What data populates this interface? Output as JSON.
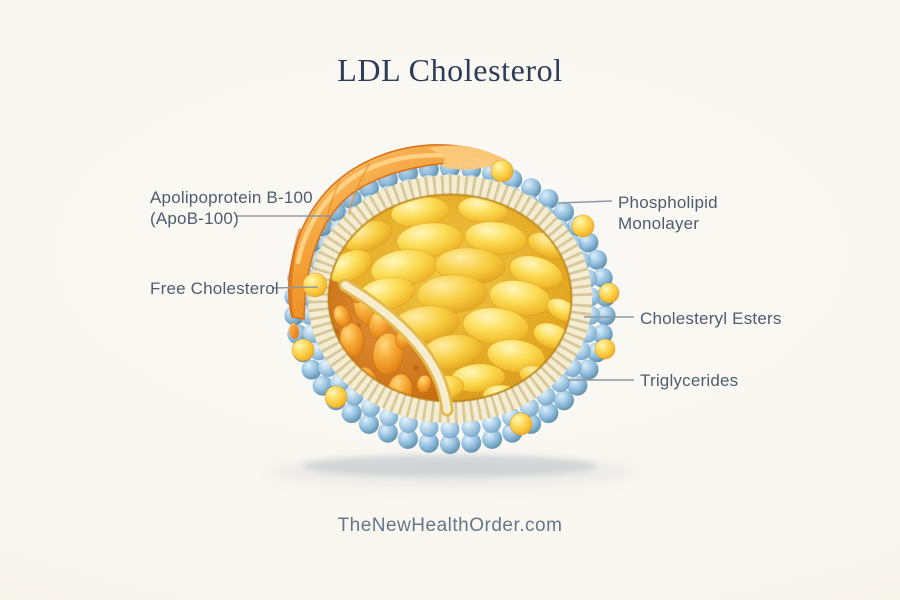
{
  "title": "LDL Cholesterol",
  "footer": "TheNewHealthOrder.com",
  "diagram": {
    "subject": "LDL lipoprotein particle cross-section",
    "labels": [
      {
        "id": "apob",
        "line1": "Apolipoprotein B-100",
        "line2": "(ApoB-100)"
      },
      {
        "id": "free-cholesterol",
        "line1": "Free Cholesterol",
        "line2": ""
      },
      {
        "id": "phospholipid-monolayer",
        "line1": "Phospholipid",
        "line2": "Monolayer"
      },
      {
        "id": "cholesteryl-esters",
        "line1": "Cholesteryl Esters",
        "line2": ""
      },
      {
        "id": "triglycerides",
        "line1": "Triglycerides",
        "line2": ""
      }
    ],
    "colors": {
      "background": "#faf8f2",
      "title_text": "#2d3c58",
      "label_text": "#4e5d6e",
      "leader_line": "#8f97a0",
      "footer_text": "#64768a",
      "phospholipid_blue": "#7fb0d6",
      "tails_cream": "#f5edd2",
      "core_yellow": "#eeb430",
      "ester_yellow": "#fbd94f",
      "triglyceride_orange": "#cf7316",
      "apob_orange": "#f29d31",
      "free_cholesterol_yellow": "#fcd44e"
    }
  }
}
